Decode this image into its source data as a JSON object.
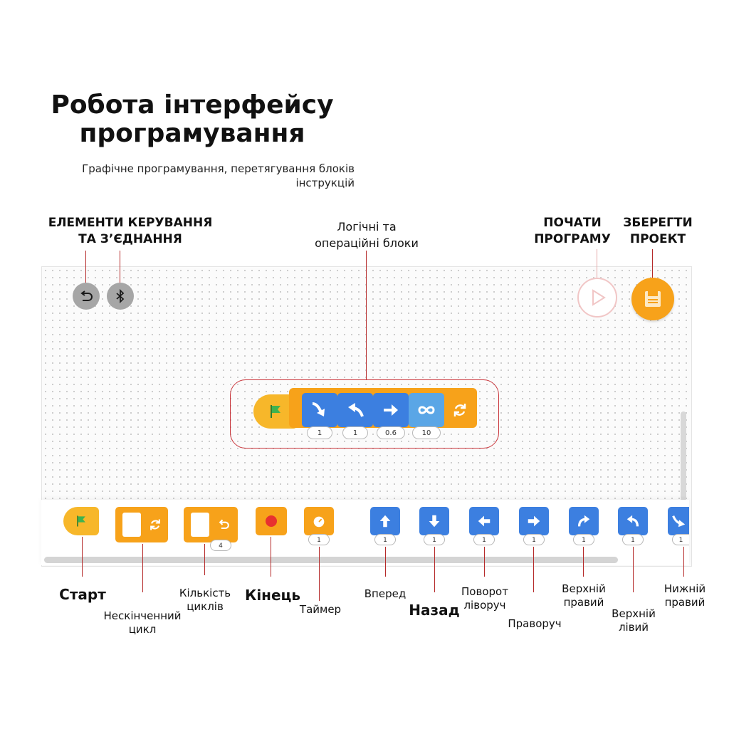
{
  "header": {
    "title": "Робота інтерфейсу\nпрограмування",
    "subtitle": "Графічне програмування, перетягування блоків\nінструкцій"
  },
  "callouts": {
    "controls": "ЕЛЕМЕНТИ КЕРУВАННЯ\nТА З’ЄДНАННЯ",
    "logic": "Логічні та\nопераційні блоки",
    "start_program": "ПОЧАТИ\nПРОГРАМУ",
    "save_project": "ЗБЕРЕГТИ\nПРОЕКТ"
  },
  "toolbar": {
    "undo_icon": "undo-icon",
    "bluetooth_icon": "bluetooth-icon",
    "play_icon": "play-icon",
    "save_icon": "save-icon"
  },
  "program": {
    "params": [
      "1",
      "1",
      "0.6",
      "10"
    ]
  },
  "palette": {
    "params": {
      "loop_count": "4",
      "timer": "1",
      "forward": "1",
      "back": "1",
      "turn_left": "1",
      "turn_right": "1",
      "top_right": "1",
      "top_left": "1",
      "bottom_right": "1"
    }
  },
  "labels": {
    "start": "Старт",
    "infinite_loop": "Нескінченний\nцикл",
    "loop_count": "Кількість\nциклів",
    "end": "Кінець",
    "timer": "Таймер",
    "forward": "Вперед",
    "back": "Назад",
    "turn_left": "Поворот\nліворуч",
    "turn_right": "Праворуч",
    "top_right": "Верхній\nправий",
    "top_left": "Верхній\nлівий",
    "bottom_right": "Нижній\nправий"
  },
  "colors": {
    "block_blue": "#3c7fe0",
    "block_light_blue": "#5aa6e6",
    "block_orange": "#f7a21a",
    "flag_green": "#3fb34f",
    "stop_red": "#e8302f",
    "callout_red": "#b52a2a"
  }
}
